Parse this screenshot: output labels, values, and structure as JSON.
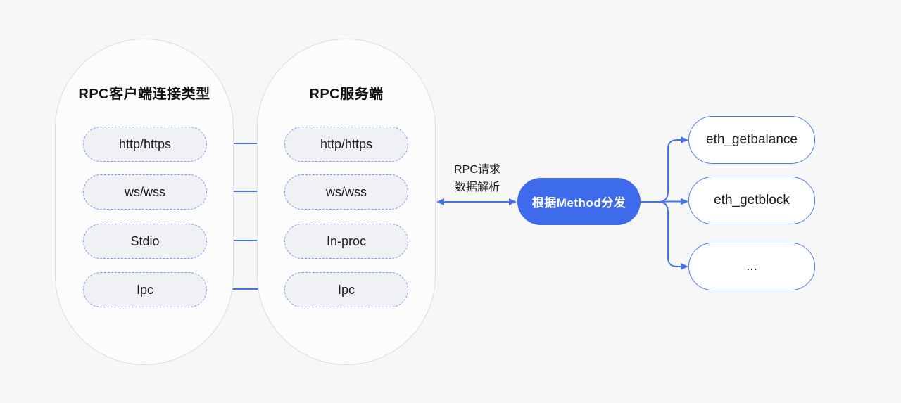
{
  "colors": {
    "background": "#f7f7f8",
    "accent_blue": "#4372ea",
    "dispatch_node_fill": "#3d6beb",
    "pill_fill": "#eff1f5",
    "pill_border": "#7d9bef",
    "capsule_fill": "#fcfcfd",
    "capsule_border": "#dbdbe3",
    "text_dark": "#1b1b1e"
  },
  "client_group": {
    "title": "RPC客户端连接类型",
    "items": [
      "http/https",
      "ws/wss",
      "Stdio",
      "Ipc"
    ]
  },
  "server_group": {
    "title": "RPC服务端",
    "items": [
      "http/https",
      "ws/wss",
      "In-proc",
      "Ipc"
    ]
  },
  "flow_label": {
    "line1": "RPC请求",
    "line2": "数据解析"
  },
  "dispatch_node": {
    "label": "根据Method分发"
  },
  "methods": [
    "eth_getbalance",
    "eth_getblock",
    "..."
  ]
}
